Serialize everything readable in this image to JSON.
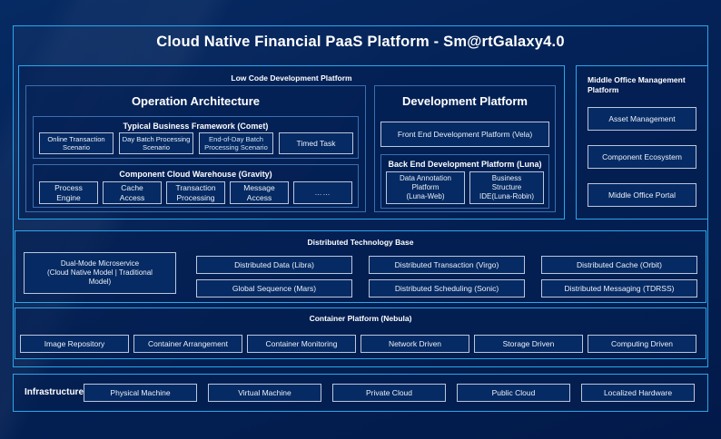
{
  "diagram": {
    "title": "Cloud Native Financial PaaS Platform - Sm@rtGalaxy4.0",
    "accent_color": "#2aa7ea",
    "background_color": "#042257",
    "node_border_color": "#b9c7dd"
  },
  "low_code": {
    "header": "Low Code Development Platform",
    "operation_architecture": {
      "header": "Operation Architecture",
      "typical_business_framework": {
        "header": "Typical Business Framework (Comet)",
        "items": [
          "Online Transaction\nScenario",
          "Day Batch Processing\nScenario",
          "End-of-Day Batch\nProcessing Scenario",
          "Timed Task"
        ]
      },
      "component_cloud_warehouse": {
        "header": "Component Cloud Warehouse (Gravity)",
        "items": [
          "Process\nEngine",
          "Cache\nAccess",
          "Transaction\nProcessing",
          "Message\nAccess",
          "……"
        ]
      }
    },
    "development_platform": {
      "header": "Development Platform",
      "front_end": "Front End Development Platform (Vela)",
      "back_end": {
        "header": "Back End Development Platform (Luna)",
        "items": [
          "Data Annotation\nPlatform\n(Luna-Web)",
          "Business\nStructure\nIDE(Luna-Robin)"
        ]
      }
    }
  },
  "middle_office": {
    "header": "Middle Office Management Platform",
    "items": [
      "Asset Management",
      "Component Ecosystem",
      "Middle Office Portal"
    ]
  },
  "distributed_base": {
    "header": "Distributed Technology Base",
    "wide_item": "Dual-Mode Microservice\n(Cloud Native Model | Traditional\nModel)",
    "grid_items": [
      "Distributed Data (Libra)",
      "Distributed Transaction (Virgo)",
      "Distributed Cache (Orbit)",
      "Global Sequence (Mars)",
      "Distributed Scheduling (Sonic)",
      "Distributed Messaging (TDRSS)"
    ]
  },
  "container_platform": {
    "header": "Container Platform (Nebula)",
    "items": [
      "Image Repository",
      "Container Arrangement",
      "Container Monitoring",
      "Network Driven",
      "Storage Driven",
      "Computing Driven"
    ]
  },
  "infrastructure": {
    "label": "Infrastructure",
    "items": [
      "Physical Machine",
      "Virtual Machine",
      "Private Cloud",
      "Public Cloud",
      "Localized Hardware"
    ]
  }
}
